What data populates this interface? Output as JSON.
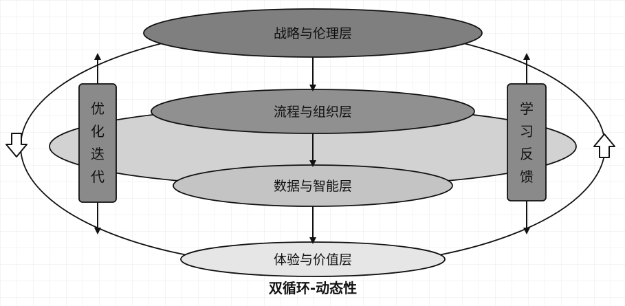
{
  "layers": [
    {
      "id": "strategy",
      "label": "战略与伦理层",
      "fill": "#7f7f7f"
    },
    {
      "id": "process",
      "label": "流程与组织层",
      "fill": "#909090"
    },
    {
      "id": "data",
      "label": "数据与智能层",
      "fill": "#c4c4c4"
    },
    {
      "id": "experience",
      "label": "体验与价值层",
      "fill": "#e6e6e6"
    }
  ],
  "center_band_fill": "#d2d2d2",
  "left_box": {
    "chars": [
      "优",
      "化",
      "迭",
      "代"
    ],
    "fill": "#8a8a8a"
  },
  "right_box": {
    "chars": [
      "学",
      "习",
      "反",
      "馈"
    ],
    "fill": "#8a8a8a"
  },
  "caption": "双循环-动态性",
  "background_grid_color": "#e9e9e9"
}
